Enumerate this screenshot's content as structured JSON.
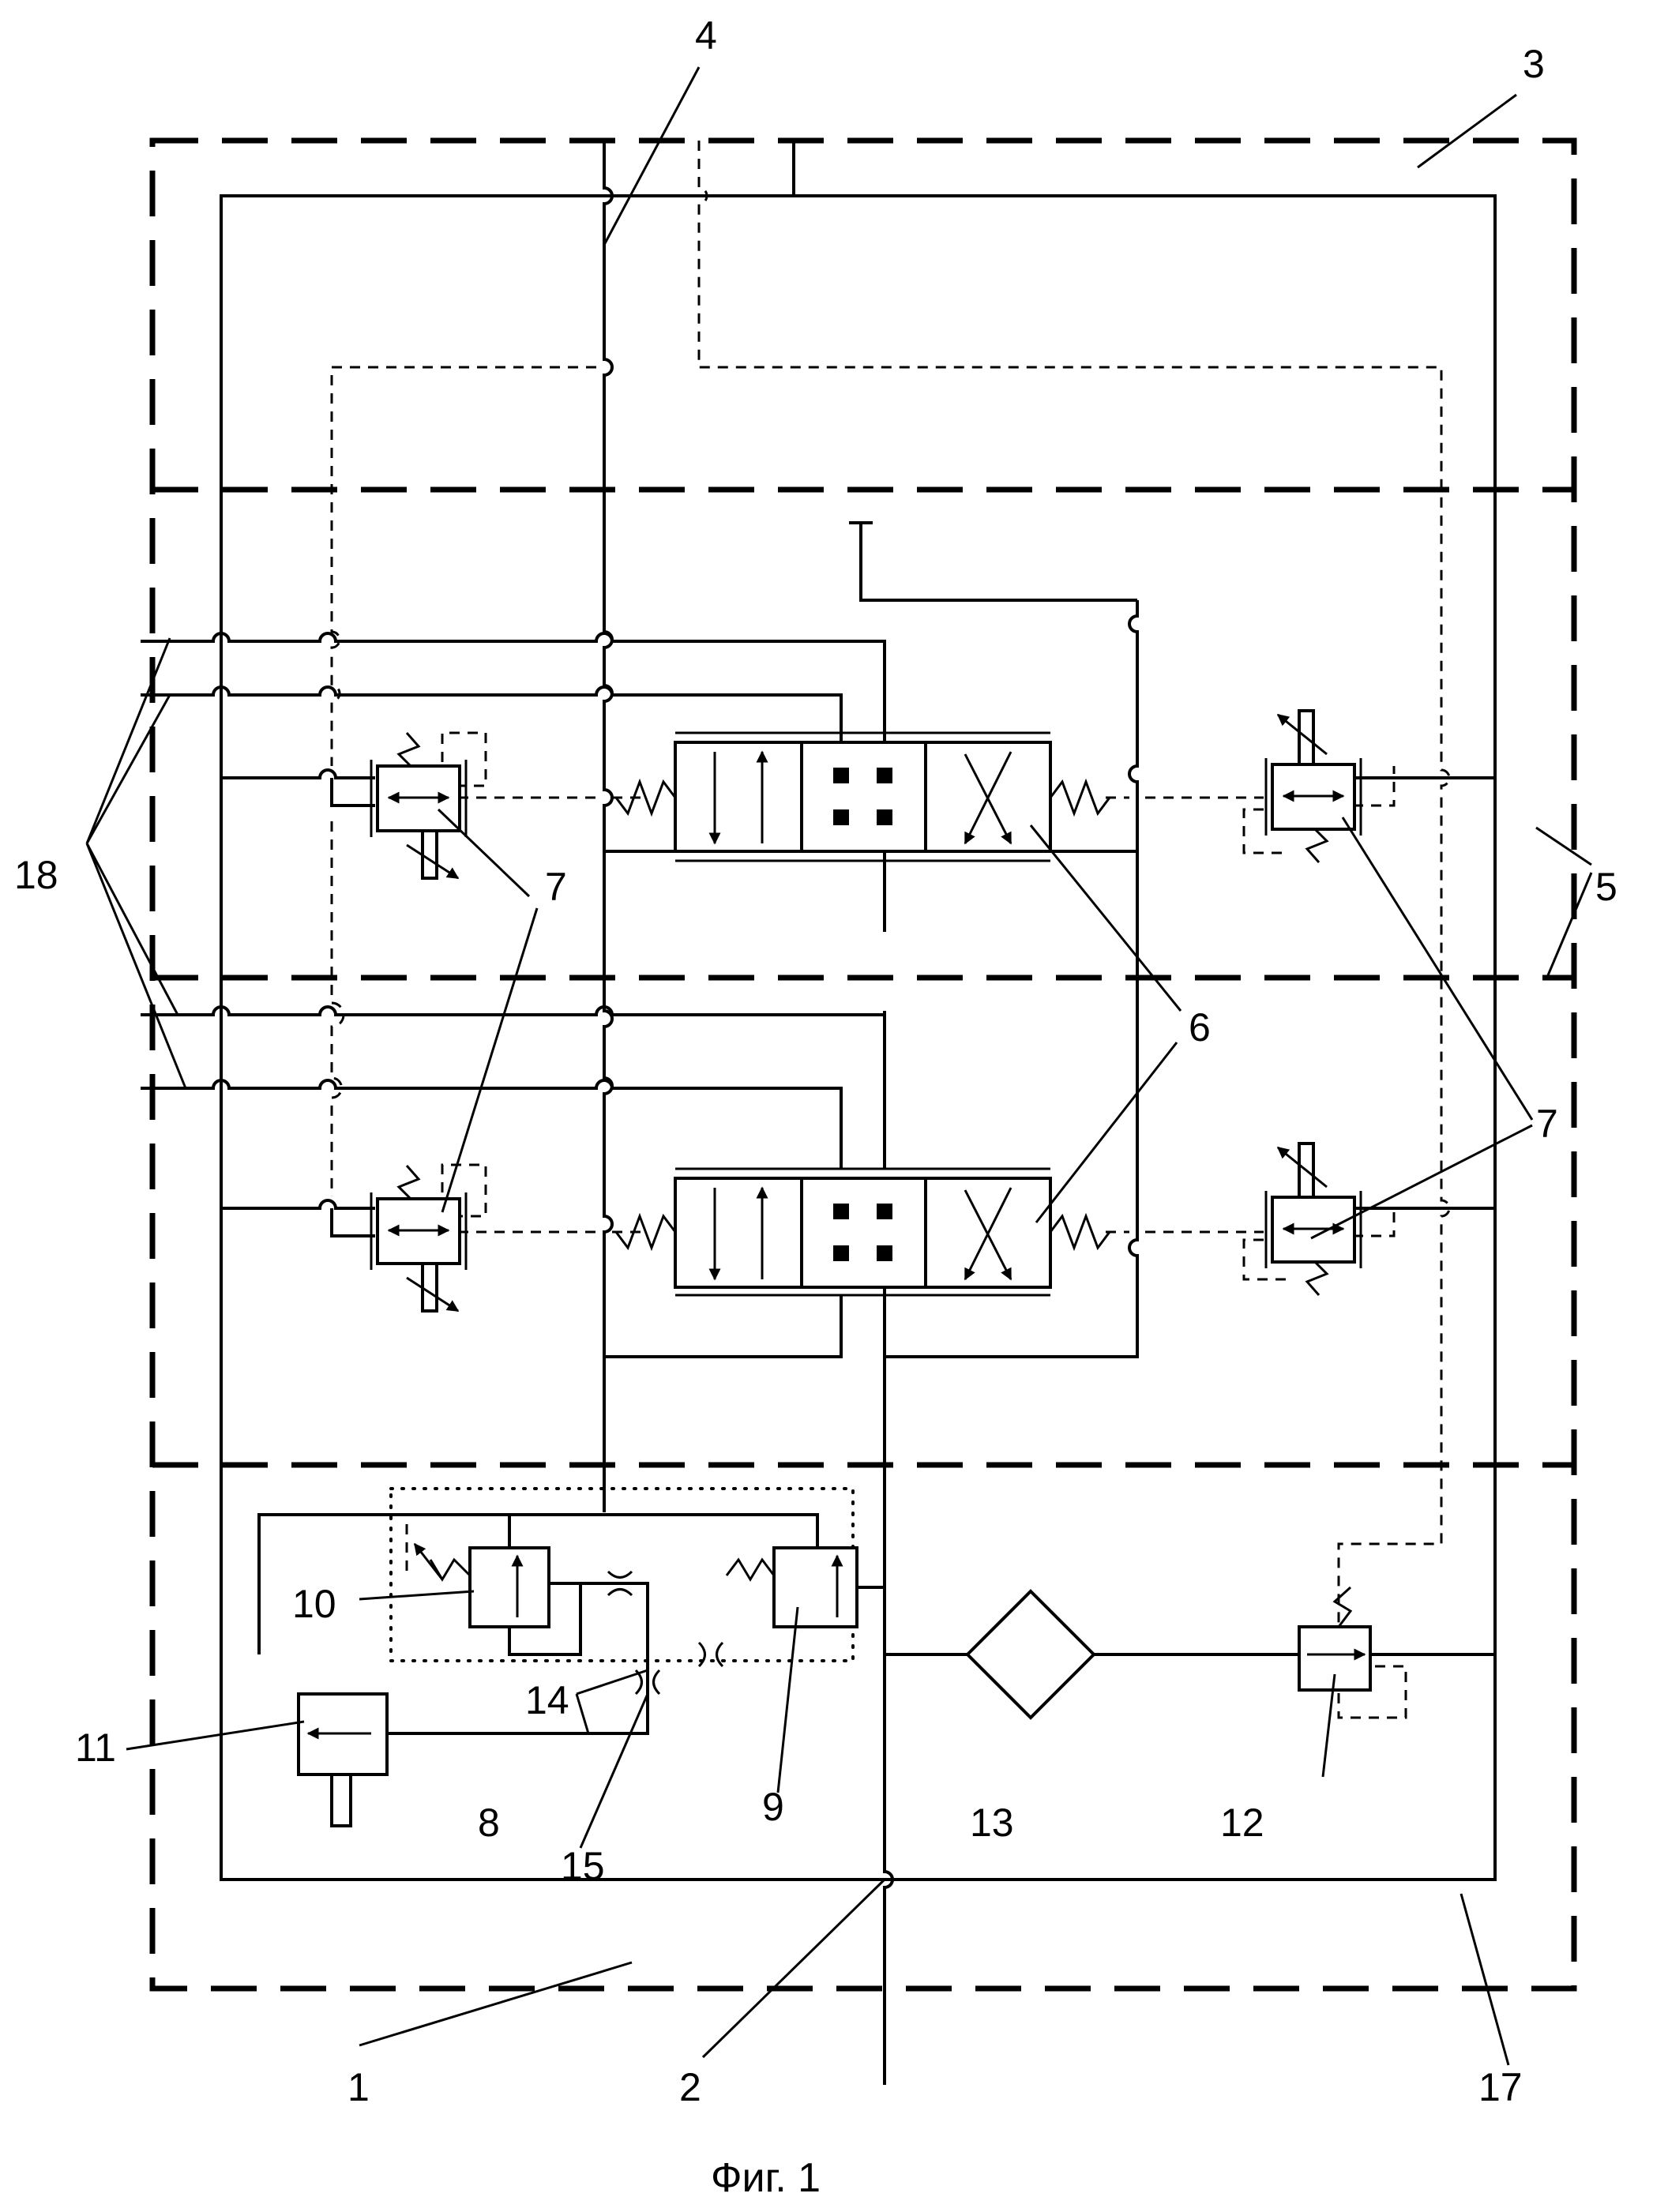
{
  "figure": {
    "caption": "Фиг. 1"
  },
  "labels": {
    "l1": "1",
    "l2": "2",
    "l3": "3",
    "l4": "4",
    "l5": "5",
    "l6": "6",
    "l7a": "7",
    "l7b": "7",
    "l8": "8",
    "l9": "9",
    "l10": "10",
    "l11": "11",
    "l12": "12",
    "l13": "13",
    "l14": "14",
    "l15": "15",
    "l17": "17",
    "l18": "18"
  }
}
